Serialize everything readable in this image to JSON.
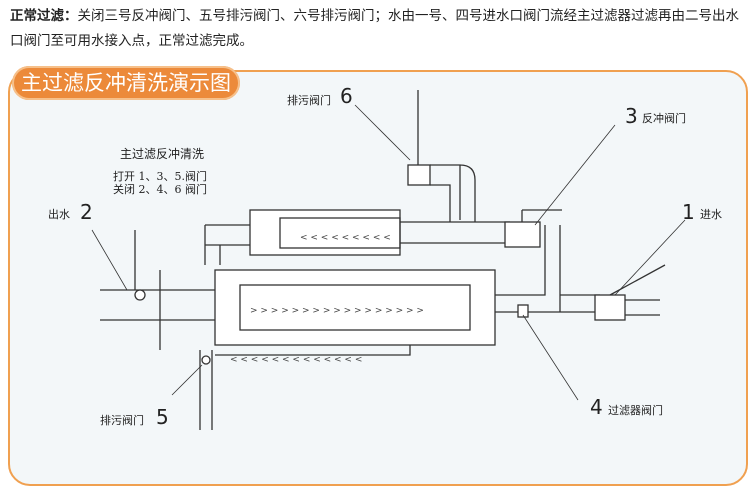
{
  "intro": {
    "heading": "正常过滤：",
    "text": "关闭三号反冲阀门、五号排污阀门、六号排污阀门；水由一号、四号进水口阀门流经主过滤器过滤再由二号出水口阀门至可用水接入点，正常过滤完成。"
  },
  "diagram": {
    "title": "主过滤反冲清洗演示图",
    "caption_title": "主过滤反冲清洗",
    "caption_open": "打开 1、3、5.阀门",
    "caption_close": "关闭 2、4、6 阀门",
    "labels": [
      {
        "num": "1",
        "text": "进水"
      },
      {
        "num": "2",
        "text": "出水"
      },
      {
        "num": "3",
        "text": "反冲阀门"
      },
      {
        "num": "4",
        "text": "过滤器阀门"
      },
      {
        "num": "5",
        "text": "排污阀门"
      },
      {
        "num": "6",
        "text": "排污阀门"
      }
    ]
  }
}
